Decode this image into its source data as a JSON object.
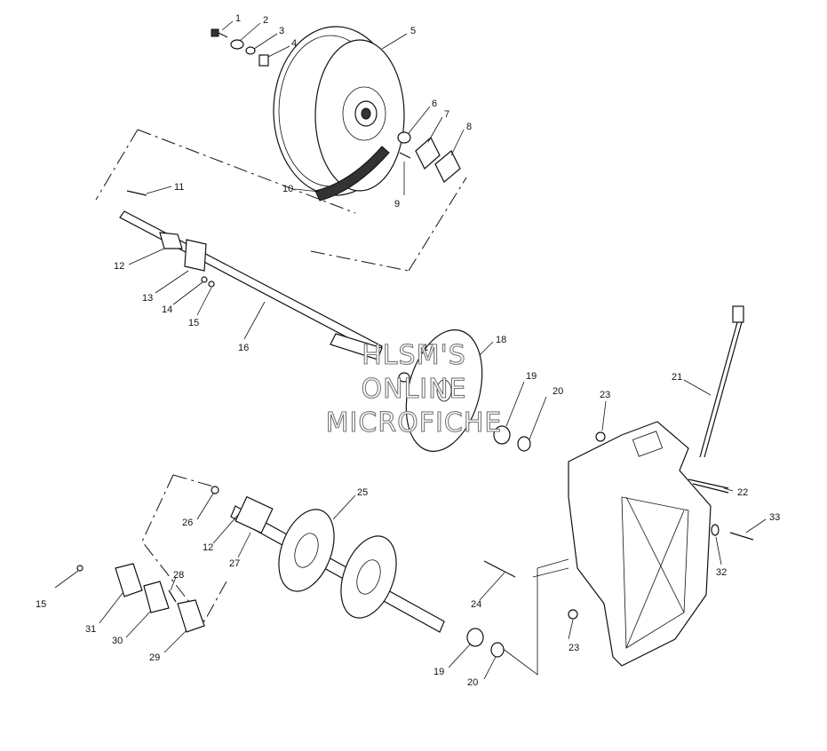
{
  "callouts": [
    {
      "id": "c1",
      "text": "1"
    },
    {
      "id": "c2",
      "text": "2"
    },
    {
      "id": "c3",
      "text": "3"
    },
    {
      "id": "c4",
      "text": "4"
    },
    {
      "id": "c5",
      "text": "5"
    },
    {
      "id": "c6",
      "text": "6"
    },
    {
      "id": "c7",
      "text": "7"
    },
    {
      "id": "c8",
      "text": "8"
    },
    {
      "id": "c9",
      "text": "9"
    },
    {
      "id": "c10",
      "text": "10"
    },
    {
      "id": "c11",
      "text": "11"
    },
    {
      "id": "c12a",
      "text": "12"
    },
    {
      "id": "c13",
      "text": "13"
    },
    {
      "id": "c14",
      "text": "14"
    },
    {
      "id": "c15a",
      "text": "15"
    },
    {
      "id": "c16",
      "text": "16"
    },
    {
      "id": "c17",
      "text": "17"
    },
    {
      "id": "c18",
      "text": "18"
    },
    {
      "id": "c19a",
      "text": "19"
    },
    {
      "id": "c20a",
      "text": "20"
    },
    {
      "id": "c21",
      "text": "21"
    },
    {
      "id": "c22",
      "text": "22"
    },
    {
      "id": "c23a",
      "text": "23"
    },
    {
      "id": "c33",
      "text": "33"
    },
    {
      "id": "c25",
      "text": "25"
    },
    {
      "id": "c26",
      "text": "26"
    },
    {
      "id": "c12b",
      "text": "12"
    },
    {
      "id": "c27",
      "text": "27"
    },
    {
      "id": "c32",
      "text": "32"
    },
    {
      "id": "c24",
      "text": "24"
    },
    {
      "id": "c23b",
      "text": "23"
    },
    {
      "id": "c15b",
      "text": "15"
    },
    {
      "id": "c28",
      "text": "28"
    },
    {
      "id": "c31",
      "text": "31"
    },
    {
      "id": "c30",
      "text": "30"
    },
    {
      "id": "c29",
      "text": "29"
    },
    {
      "id": "c19b",
      "text": "19"
    },
    {
      "id": "c20b",
      "text": "20"
    }
  ],
  "watermark": [
    "HLSM'S",
    "ONLINE",
    "MICROFICHE"
  ]
}
